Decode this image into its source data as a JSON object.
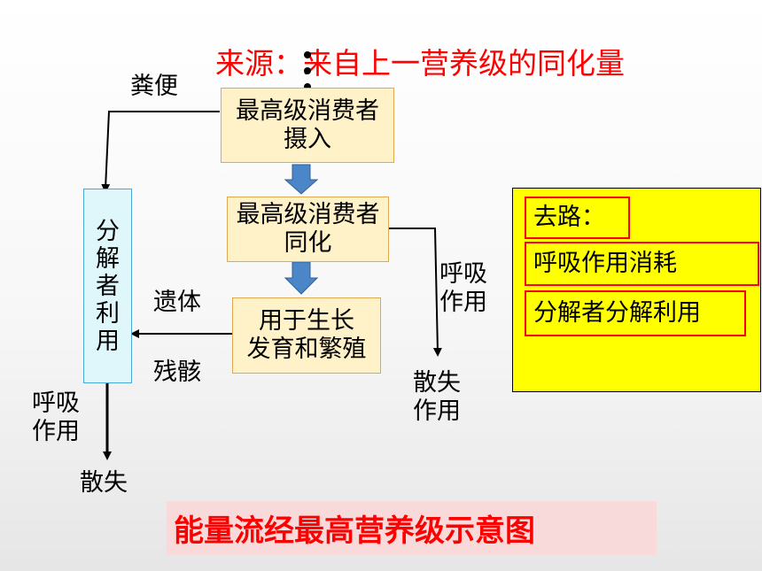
{
  "source_label": "来源：",
  "source_value": "来自上一营养级的同化量",
  "nodes": {
    "intake": "最高级消费者\n摄入",
    "assimilation": "最高级消费者\n同化",
    "growth": "用于生长\n发育和繁殖",
    "decomposer": "分\n解\n者\n利\n用"
  },
  "edge_labels": {
    "feces": "粪便",
    "remains": "遗体",
    "remains2": "残骸",
    "respiration_right": "呼吸\n作用",
    "dissipate_right": "散失\n作用",
    "respiration_left": "呼吸\n作用",
    "dissipate_left": "散失"
  },
  "destination_panel": {
    "title": "去路：",
    "items": [
      "呼吸作用消耗",
      "分解者分解利用"
    ]
  },
  "caption": "能量流经最高营养级示意图",
  "colors": {
    "accent_red": "#ff0000",
    "box_fill": "#fff2c8",
    "decomposer_fill": "#dff6fb",
    "panel_yellow": "#ffff00",
    "arrow_blue": "#4a86c8",
    "caption_bg": "#f9dada"
  }
}
